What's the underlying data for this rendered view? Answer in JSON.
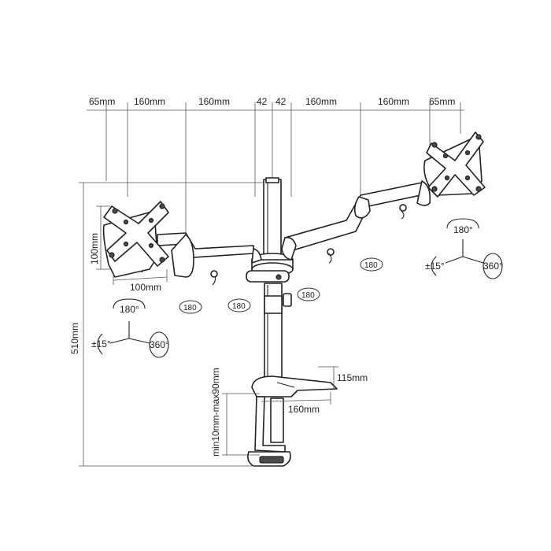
{
  "diagram": {
    "top_dimensions": [
      "65mm",
      "160mm",
      "160mm",
      "42",
      "42",
      "160mm",
      "160mm",
      "65mm"
    ],
    "vesa_height": "100mm",
    "vesa_width": "100mm",
    "total_height": "510mm",
    "clamp_range": "min10mm-max90mm",
    "base_height": "115mm",
    "base_width": "160mm",
    "rotation_labels": {
      "tilt": "180°",
      "swivel": "±15°",
      "rotate": "360°",
      "arm_swivel": "180"
    }
  }
}
